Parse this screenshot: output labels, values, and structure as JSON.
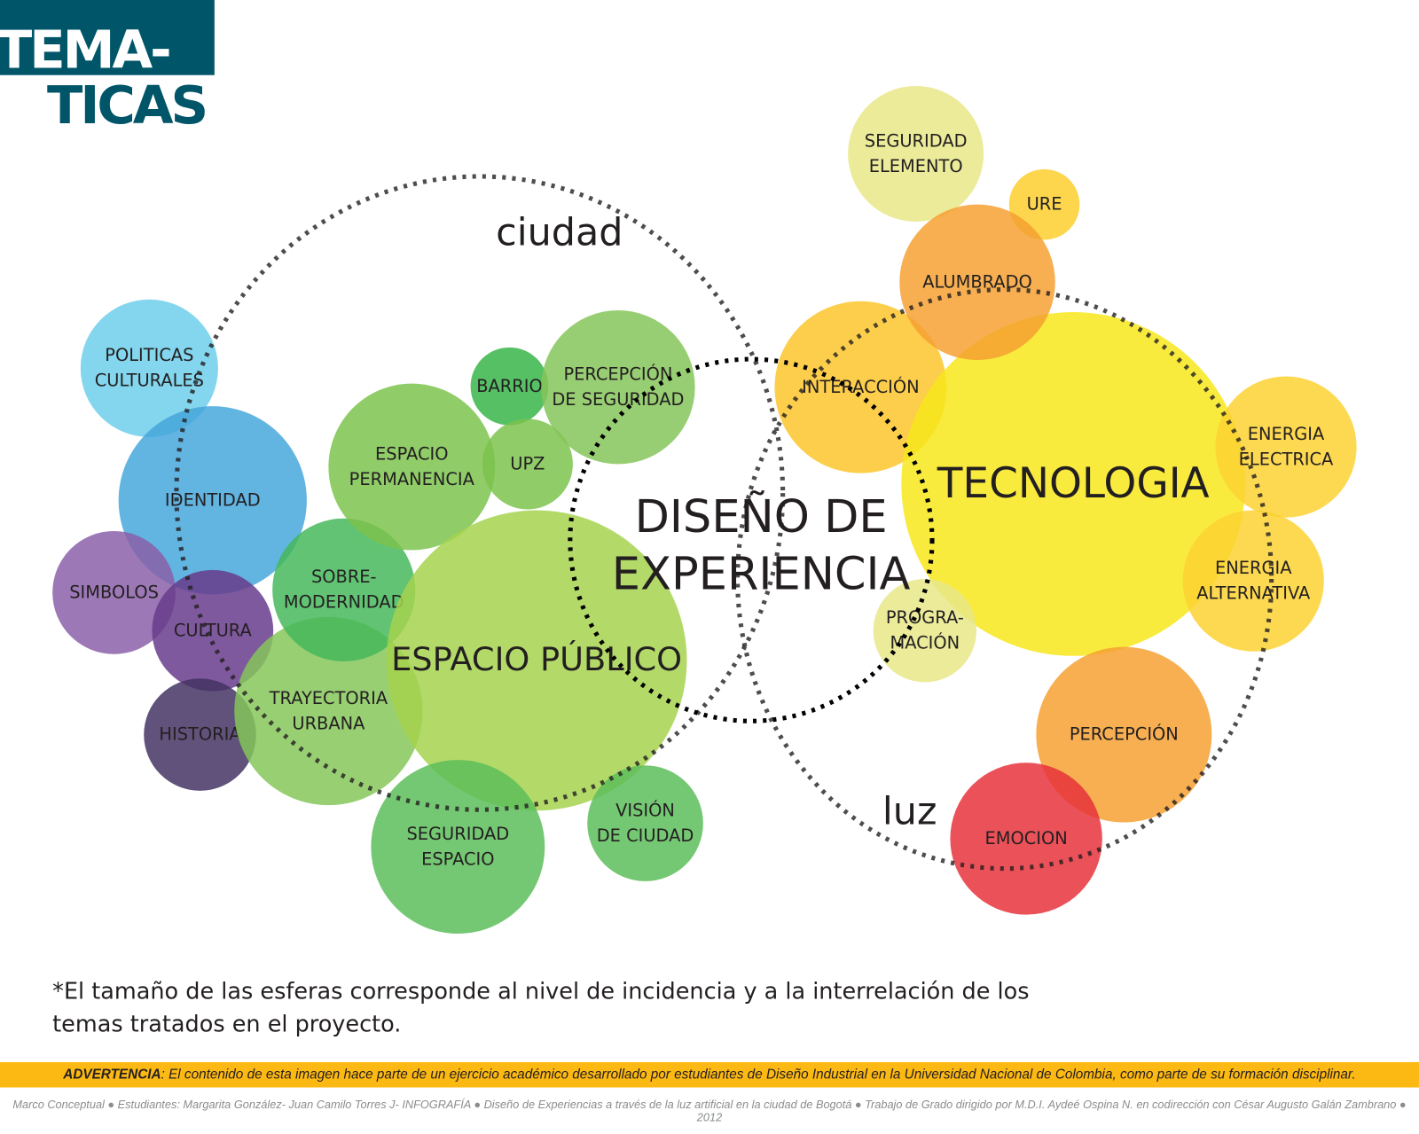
{
  "header": {
    "line1": "TEMA-",
    "line2": "TICAS",
    "color": "#005569"
  },
  "labels": {
    "ciudad": "ciudad",
    "center": "DISEÑO DE\nEXPERIENCIA",
    "luz": "luz"
  },
  "bubbles": [
    {
      "label": "SEGURIDAD\nELEMENTO",
      "color": "#e8e888"
    },
    {
      "label": "URE",
      "color": "#fdcf2e"
    },
    {
      "label": "INTERACCIÓN",
      "color": "#fdc52c"
    },
    {
      "label": "TECNOLOGIA",
      "color": "#f8e81c"
    },
    {
      "label": "ALUMBRADO",
      "color": "#f6a133"
    },
    {
      "label": "ENERGIA\nELECTRICA",
      "color": "#fdd233"
    },
    {
      "label": "ENERGIA\nALTERNATIVA",
      "color": "#fdd233"
    },
    {
      "label": "PROGRA-\nMACIÓN",
      "color": "#e8e888"
    },
    {
      "label": "PERCEPCIÓN",
      "color": "#f6a133"
    },
    {
      "label": "EMOCION",
      "color": "#e8323b"
    },
    {
      "label": "POLITICAS\nCULTURALES",
      "color": "#6dcfea"
    },
    {
      "label": "IDENTIDAD",
      "color": "#47a7dc"
    },
    {
      "label": "SIMBOLOS",
      "color": "#8b60a9"
    },
    {
      "label": "CULTURA",
      "color": "#683c8c"
    },
    {
      "label": "HISTORIA",
      "color": "#443463"
    },
    {
      "label": "TRAYECTORIA\nURBANA",
      "color": "#86c75a"
    },
    {
      "label": "SOBRE-\nMODERNIDAD",
      "color": "#45b95a"
    },
    {
      "label": "ESPACIO\nPERMANENCIA",
      "color": "#7cc34e"
    },
    {
      "label": "BARRIO",
      "color": "#38b54a"
    },
    {
      "label": "UPZ",
      "color": "#7cc34e"
    },
    {
      "label": "PERCEPCIÓN\nDE SEGURIDAD",
      "color": "#86c65a"
    },
    {
      "label": "ESPACIO PÚBLICO",
      "color": "#a6d34f"
    },
    {
      "label": "SEGURIDAD\nESPACIO",
      "color": "#5dbe5a"
    },
    {
      "label": "VISIÓN\nDE CIUDAD",
      "color": "#5dbe5a"
    }
  ],
  "footnote": "*El tamaño de las esferas corresponde al nivel de incidencia y a la interrelación de los\ntemas tratados en el proyecto.",
  "warning": {
    "title": "ADVERTENCIA",
    "text": ": El contenido de esta imagen hace parte de un ejercicio académico desarrollado por estudiantes de Diseño Industrial en la Universidad Nacional de Colombia, como parte de su formación disciplinar.",
    "color": "#fdb913"
  },
  "credits": "Marco Conceptual ● Estudiantes: Margarita González- Juan Camilo Torres J- INFOGRAFÍA ● Diseño de Experiencias a través de la luz artificial en la ciudad de Bogotá ● Trabajo de Grado dirigido por M.D.I. Aydeé Ospina N. en codirección con César Augusto Galán Zambrano  ● 2012"
}
